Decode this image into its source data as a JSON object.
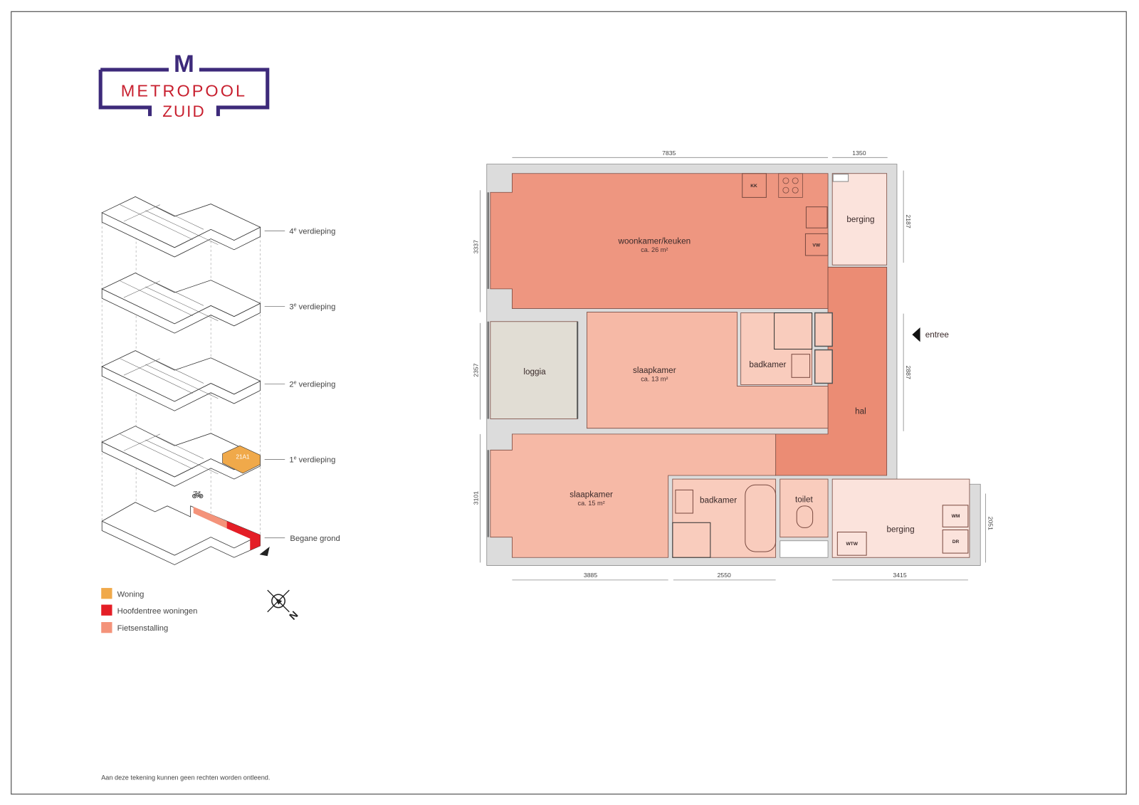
{
  "logo": {
    "mark": "M",
    "line1": "METROPOOL",
    "line2": "ZUID"
  },
  "colors": {
    "logo_purple": "#3d2a7a",
    "logo_red": "#c8202f",
    "woning": "#f0a94a",
    "hoofdentree": "#e41e26",
    "fietsenstalling": "#f4937a",
    "living": "#ee9680",
    "hal": "#eb8c74",
    "bedroom": "#f6b9a6",
    "bath": "#f9ccbd",
    "storage": "#fbe3dc",
    "loggia": "#e1ddd4",
    "wall": "#dcdcdc"
  },
  "floors": [
    {
      "num": "4",
      "sup": "e",
      "text": " verdieping"
    },
    {
      "num": "3",
      "sup": "e",
      "text": " verdieping"
    },
    {
      "num": "2",
      "sup": "e",
      "text": " verdieping"
    },
    {
      "num": "1",
      "sup": "e",
      "text": " verdieping"
    }
  ],
  "ground_floor": "Begane grond",
  "unit_code": "21A1",
  "legend": [
    {
      "label": "Woning",
      "color": "#f0a94a"
    },
    {
      "label": "Hoofdentree woningen",
      "color": "#e41e26"
    },
    {
      "label": "Fietsenstalling",
      "color": "#f4937a"
    }
  ],
  "compass": {
    "north": "N"
  },
  "rooms": {
    "woonkamer": {
      "name": "woonkamer/keuken",
      "area": "ca. 26 m²"
    },
    "berging_top": {
      "name": "berging"
    },
    "loggia": {
      "name": "loggia"
    },
    "slaapkamer1": {
      "name": "slaapkamer",
      "area": "ca. 13 m²"
    },
    "badkamer1": {
      "name": "badkamer"
    },
    "hal": {
      "name": "hal"
    },
    "slaapkamer2": {
      "name": "slaapkamer",
      "area": "ca. 15 m²"
    },
    "badkamer2": {
      "name": "badkamer"
    },
    "toilet": {
      "name": "toilet"
    },
    "berging_bottom": {
      "name": "berging"
    }
  },
  "fixtures": {
    "kk": "KK",
    "vw": "VW",
    "wm": "WM",
    "dr": "DR",
    "wtw": "WTW"
  },
  "entree": "entree",
  "dimensions": {
    "top_left": "7835",
    "top_right": "1350",
    "left_top": "3337",
    "left_mid": "2357",
    "left_bottom": "3101",
    "right_top": "2187",
    "right_mid": "2887",
    "right_bottom": "2051",
    "bottom_left": "3885",
    "bottom_mid": "2550",
    "bottom_right": "3415"
  },
  "footnote": "Aan deze tekening kunnen geen rechten worden ontleend."
}
